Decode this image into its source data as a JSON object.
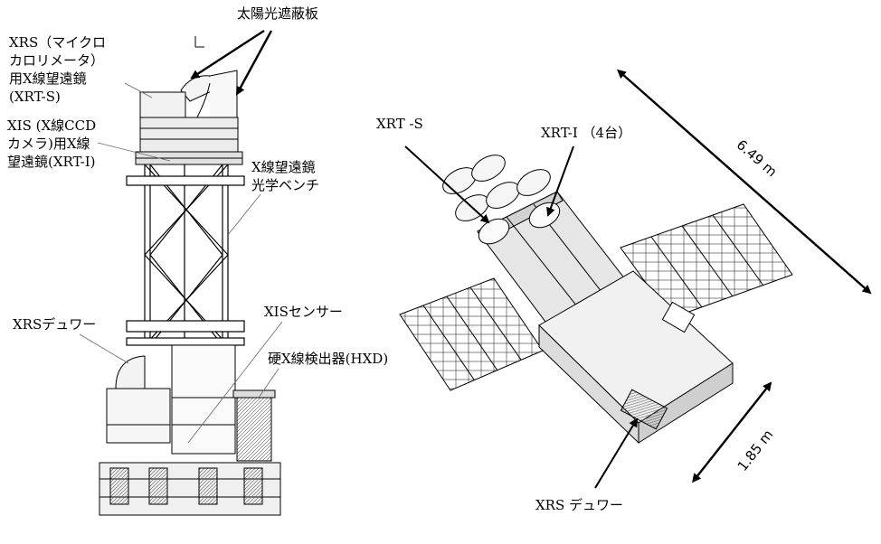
{
  "left_figure": {
    "labels": {
      "sunshade": "太陽光遮蔽板",
      "xrs_mirror_line1": "XRS（マイクロ",
      "xrs_mirror_line2": "カロリメータ）",
      "xrs_mirror_line3": "用X線望遠鏡",
      "xrs_mirror_line4": "(XRT-S)",
      "xis_mirror_line1": "XIS (X線CCD",
      "xis_mirror_line2": "カメラ)用X線",
      "xis_mirror_line3": "望遠鏡(XRT-I)",
      "bench_line1": "X線望遠鏡",
      "bench_line2": "光学ベンチ",
      "xrs_dewar": "XRSデュワー",
      "xis_sensor": "XISセンサー",
      "hxd": "硬X線検出器(HXD)"
    }
  },
  "right_figure": {
    "labels": {
      "xrt_s": "XRT -S",
      "xrt_i": "XRT-I （4台）",
      "length": "6.49 m",
      "width": "1.85 m",
      "xrs_dewar": "XRS デュワー"
    }
  }
}
